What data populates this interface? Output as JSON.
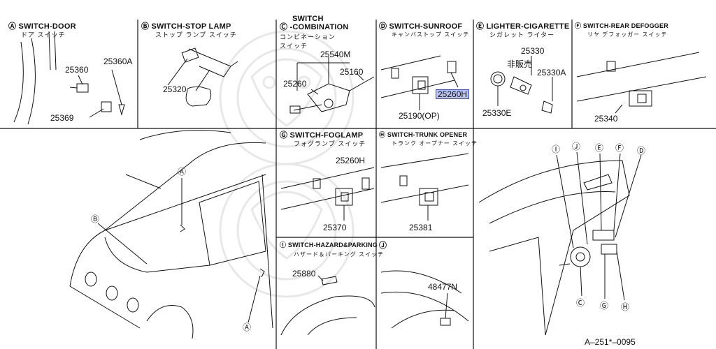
{
  "panels": {
    "A": {
      "letter": "A",
      "title": "SWITCH-DOOR",
      "jp": "ドア スイッチ",
      "parts": [
        "25360",
        "25360A",
        "25369"
      ]
    },
    "B": {
      "letter": "B",
      "title": "SWITCH-STOP LAMP",
      "jp": "ストップ ランプ スイッチ",
      "parts": [
        "25320"
      ]
    },
    "C": {
      "letter": "C",
      "title1": "SWITCH",
      "title2": "-COMBINATION",
      "jp1": "コンビネーション",
      "jp2": "スイッチ",
      "parts": [
        "25540M",
        "25160",
        "25260"
      ]
    },
    "D": {
      "letter": "D",
      "title": "SWITCH-SUNROOF",
      "jp": "キャンバストップ スイッチ",
      "parts": [
        "25260H",
        "25190(OP)"
      ]
    },
    "E": {
      "letter": "E",
      "title": "LIGHTER-CIGARETTE",
      "jp": "シガレット ライター",
      "parts": [
        "25330",
        "25330A",
        "25330E"
      ],
      "note": "非販売"
    },
    "F": {
      "letter": "F",
      "title": "SWITCH-REAR DEFOGGER",
      "jp": "リヤ デフォッガー スイッチ",
      "parts": [
        "25340"
      ]
    },
    "G": {
      "letter": "G",
      "title": "SWITCH-FOGLAMP",
      "jp": "フォグランプ スイッチ",
      "parts": [
        "25260H",
        "25370"
      ]
    },
    "H": {
      "letter": "H",
      "title": "SWITCH-TRUNK OPENER",
      "jp": "トランク オープナー スイッチ",
      "parts": [
        "25381"
      ]
    },
    "I": {
      "letter": "I",
      "title": "SWITCH-HAZARD&PARKING",
      "jp": "ハザード＆パーキング スイッチ",
      "parts": [
        "25880"
      ]
    },
    "J": {
      "letter": "J",
      "parts": [
        "48477N"
      ]
    }
  },
  "callouts": {
    "car": [
      "A",
      "B",
      "A"
    ],
    "dash_top": [
      "I",
      "J",
      "E",
      "F",
      "D"
    ],
    "dash_bottom": [
      "C",
      "G",
      "H"
    ]
  },
  "footer": {
    "code": "A–251*–0095"
  },
  "colors": {
    "line": "#111111",
    "highlight": "#b9c2f2",
    "highlight_border": "#3a47b8"
  }
}
